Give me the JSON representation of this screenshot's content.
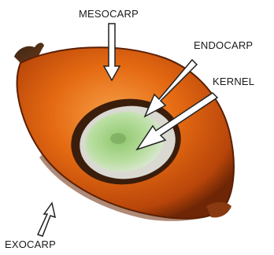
{
  "labels": {
    "mesocarp": "MESOCARP",
    "endocarp": "ENDOCARP",
    "kernel": "KERNEL",
    "exocarp": "EXOCARP"
  },
  "colors": {
    "exocarp_dark": "#7a2a08",
    "mesocarp_orange": "#e0640f",
    "mesocarp_light": "#f08a2a",
    "endocarp_dark": "#3a1c0c",
    "shell_grey": "#d8d8d0",
    "kernel_green": "#a6d48c",
    "arrow_fill": "#ffffff",
    "arrow_stroke": "#222222"
  }
}
